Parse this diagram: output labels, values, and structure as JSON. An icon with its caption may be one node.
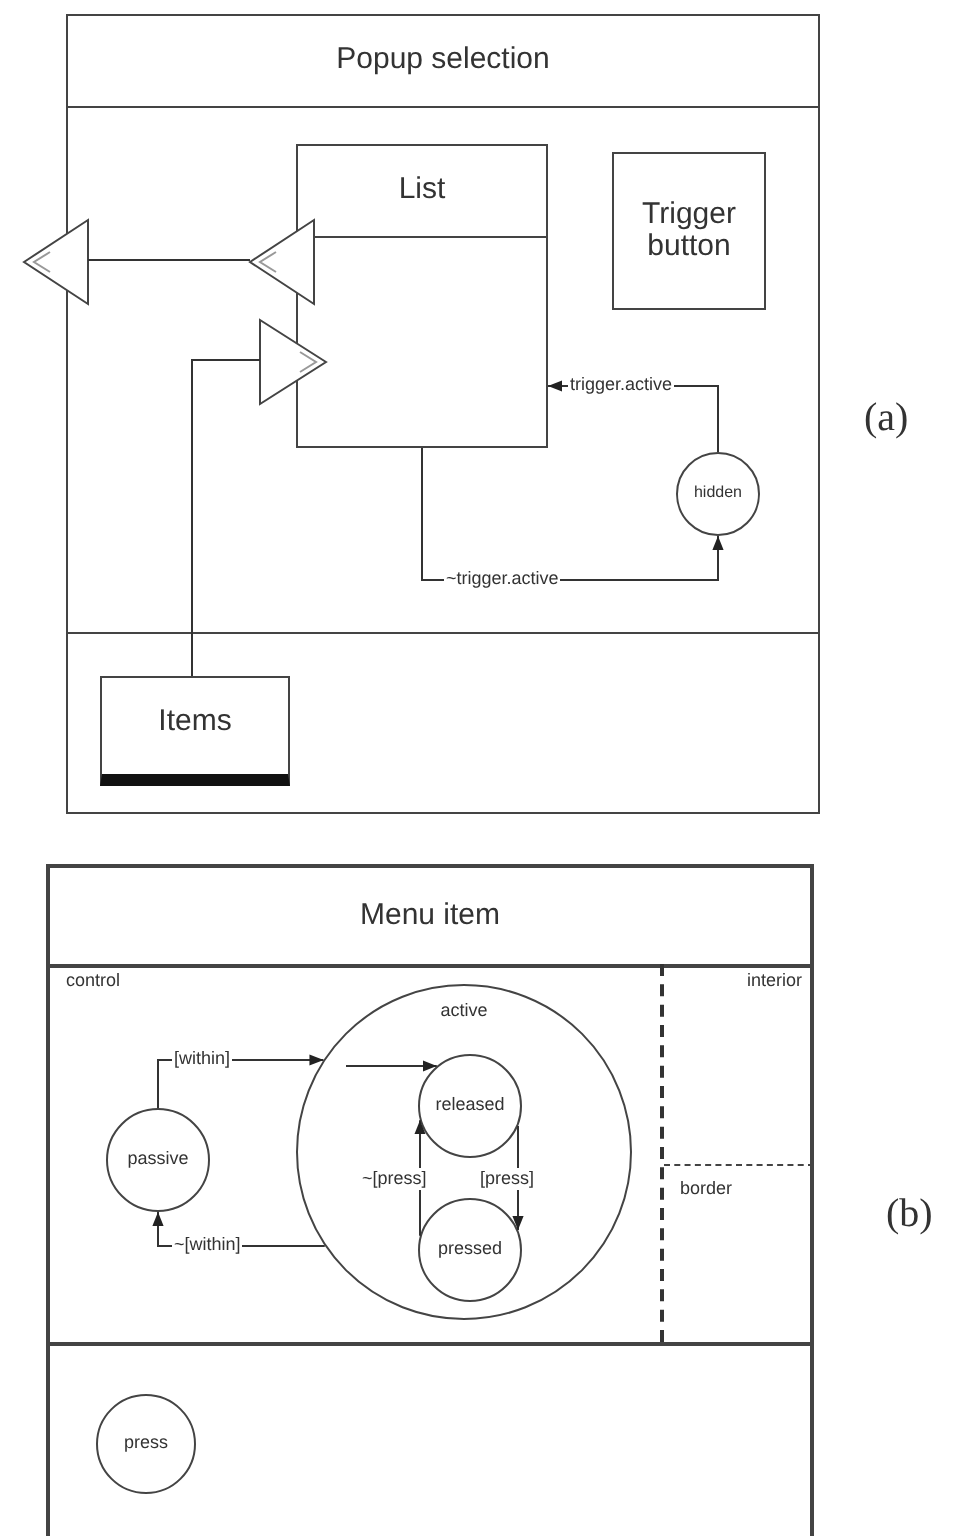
{
  "diagram": {
    "nodes": [
      {
        "text": [
          "Popup selection"
        ]
      },
      {
        "text": [
          "List"
        ],
        "in": 0
      },
      {
        "text": [
          "Trigger button"
        ],
        "in": 0
      },
      {
        "text": [
          "hidden"
        ],
        "in": 0
      },
      {
        "text": [
          "Items"
        ],
        "in": 0
      },
      {
        "text": [],
        "shape": "triangle"
      },
      {
        "text": [],
        "shape": "triangle",
        "in": 0
      },
      {
        "text": [],
        "shape": "triangle",
        "in": 0
      },
      {
        "text": [
          "Menu item"
        ]
      },
      {
        "text": [
          "control"
        ],
        "in": 8
      },
      {
        "text": [
          "interior"
        ],
        "in": 8
      },
      {
        "text": [
          "border"
        ],
        "in": 8
      },
      {
        "text": [
          "active"
        ],
        "in": 9
      },
      {
        "text": [
          "passive"
        ],
        "in": 9
      },
      {
        "text": [
          "released"
        ],
        "in": 12
      },
      {
        "text": [
          "pressed"
        ],
        "in": 12
      },
      {
        "text": [
          "press"
        ],
        "in": 8
      }
    ],
    "edges": [
      {
        "from": 6,
        "to": 5,
        "arrow": "none"
      },
      {
        "from": 4,
        "to": 7,
        "arrow": "none"
      },
      {
        "from": 3,
        "to": 1,
        "arrow": "to",
        "label": "trigger.active"
      },
      {
        "from": 1,
        "to": 3,
        "arrow": "to",
        "label": "~trigger.active"
      },
      {
        "from": 13,
        "to": 12,
        "arrow": "to",
        "label": "[within]"
      },
      {
        "from": null,
        "to": 14,
        "arrow": "to"
      },
      {
        "from": 14,
        "to": 15,
        "arrow": "to",
        "label": "[press]"
      },
      {
        "from": 15,
        "to": 14,
        "arrow": "to",
        "label": "~[press]"
      },
      {
        "from": 12,
        "to": 13,
        "arrow": "to",
        "label": "~[within]"
      }
    ],
    "labels": [
      "(a)",
      "(b)"
    ]
  }
}
